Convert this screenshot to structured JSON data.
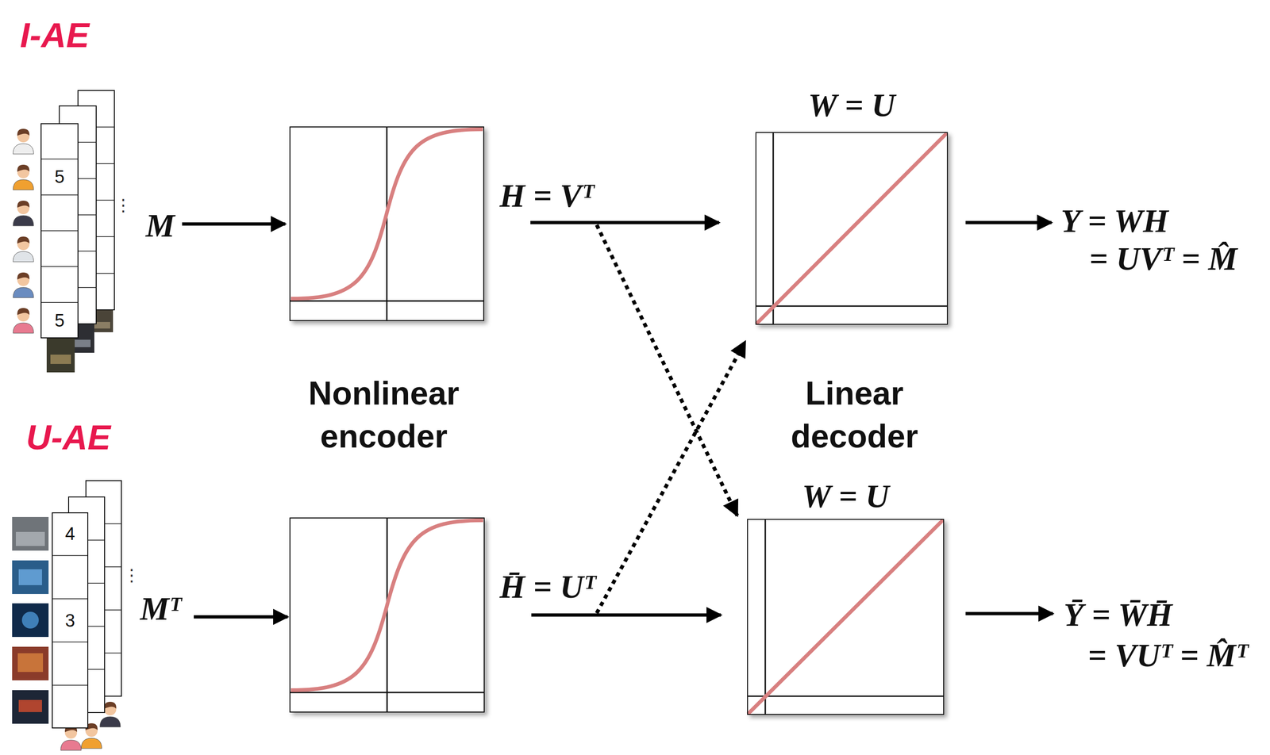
{
  "diagram": {
    "nodes": [
      {
        "text": [
          "5",
          "5"
        ]
      },
      {
        "text": [
          "W = U"
        ]
      },
      {
        "text": [
          "4",
          "3"
        ]
      },
      {
        "text": [
          "W = U"
        ]
      }
    ],
    "labels": [
      "I-AE",
      "⋮",
      "M",
      "H = Vᵀ",
      "Nonlinear encoder",
      "Linear decoder",
      "Y = WH",
      "= UVᵀ = M̂",
      "U-AE",
      "⋮",
      "Mᵀ",
      "H̄ = Uᵀ",
      "Ȳ = W̄H̄",
      "= VUᵀ = M̂ᵀ"
    ]
  }
}
